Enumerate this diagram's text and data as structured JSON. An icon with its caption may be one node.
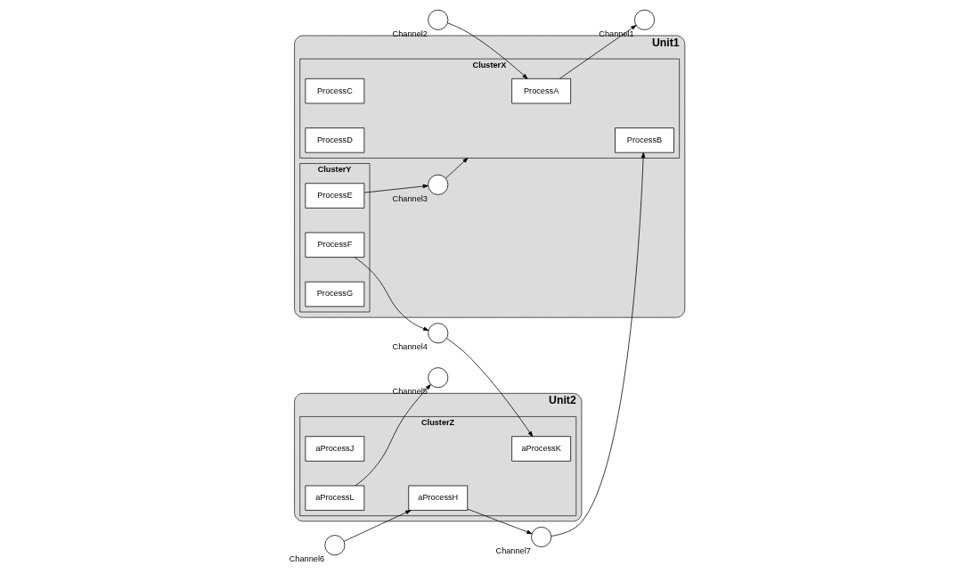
{
  "diagram": {
    "nodes": [
      {
        "text": [
          "Unit1"
        ]
      },
      {
        "text": [
          "ClusterX"
        ],
        "in": 0
      },
      {
        "text": [
          "ProcessA"
        ],
        "in": 1
      },
      {
        "text": [
          "ProcessB"
        ],
        "in": 1
      },
      {
        "text": [
          "ProcessC"
        ],
        "in": 1
      },
      {
        "text": [
          "ProcessD"
        ],
        "in": 1
      },
      {
        "text": [],
        "shape": "circle",
        "beside": [
          "Channel3"
        ],
        "in": 0
      },
      {
        "text": [
          "ClusterY"
        ],
        "in": 0
      },
      {
        "text": [
          "ProcessE"
        ],
        "in": 7
      },
      {
        "text": [
          "ProcessF"
        ],
        "in": 7
      },
      {
        "text": [
          "ProcessG"
        ],
        "in": 7
      },
      {
        "text": [
          "Unit2"
        ]
      },
      {
        "text": [
          "ClusterZ"
        ],
        "in": 11
      },
      {
        "text": [
          "aProcessH"
        ],
        "in": 12
      },
      {
        "text": [
          "aProcessJ"
        ],
        "in": 12
      },
      {
        "text": [
          "aProcessK"
        ],
        "in": 12
      },
      {
        "text": [
          "aProcessL"
        ],
        "in": 12
      },
      {
        "text": [],
        "shape": "circle",
        "beside": [
          "Channel1"
        ]
      },
      {
        "text": [],
        "shape": "circle",
        "beside": [
          "Channel2"
        ]
      },
      {
        "text": [],
        "shape": "circle",
        "beside": [
          "Channel7"
        ]
      },
      {
        "text": [],
        "shape": "circle",
        "beside": [
          "Channel4"
        ]
      },
      {
        "text": [],
        "shape": "circle",
        "beside": [
          "Channel6"
        ]
      },
      {
        "text": [],
        "shape": "circle",
        "beside": [
          "Channel5"
        ]
      }
    ],
    "edges": [
      {
        "from": 2,
        "to": 17,
        "arrow": "to"
      },
      {
        "from": 18,
        "to": 2,
        "arrow": "to"
      },
      {
        "from": 19,
        "to": 3,
        "arrow": "to"
      },
      {
        "from": 13,
        "to": 19,
        "arrow": "to"
      },
      {
        "from": 21,
        "to": 13,
        "arrow": "to"
      },
      {
        "from": 6,
        "to": 1,
        "arrow": "to"
      },
      {
        "from": 8,
        "to": 6,
        "arrow": "to"
      },
      {
        "from": 9,
        "to": 20,
        "arrow": "to"
      },
      {
        "from": 20,
        "to": 15,
        "arrow": "to"
      },
      {
        "from": 16,
        "to": 22,
        "arrow": "to"
      }
    ]
  }
}
